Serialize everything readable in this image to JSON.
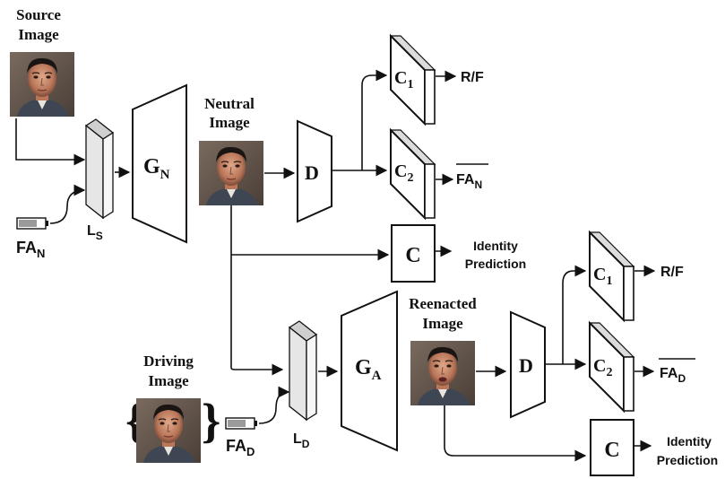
{
  "diagram": {
    "source_image": {
      "line1": "Source",
      "line2": "Image"
    },
    "neutral_image": {
      "line1": "Neutral",
      "line2": "Image"
    },
    "reenacted_image": {
      "line1": "Reenacted",
      "line2": "Image"
    },
    "driving_image": {
      "line1": "Driving",
      "line2": "Image"
    },
    "generator_n": {
      "main": "G",
      "sub": "N"
    },
    "generator_a": {
      "main": "G",
      "sub": "A"
    },
    "latent_s": {
      "main": "L",
      "sub": "S"
    },
    "latent_d": {
      "main": "L",
      "sub": "D"
    },
    "fa_n": {
      "main": "FA",
      "sub": "N"
    },
    "fa_d": {
      "main": "FA",
      "sub": "D"
    },
    "discriminator_label": "D",
    "classifier_1": {
      "main": "C",
      "sub": "1"
    },
    "classifier_2": {
      "main": "C",
      "sub": "2"
    },
    "classifier_label": "C",
    "real_fake_output": "R/F",
    "fa_n_bar_output": {
      "main": "FA",
      "sub": "N"
    },
    "fa_d_bar_output": {
      "main": "FA",
      "sub": "D"
    },
    "identity_prediction": {
      "line1": "Identity",
      "line2": "Prediction"
    }
  }
}
